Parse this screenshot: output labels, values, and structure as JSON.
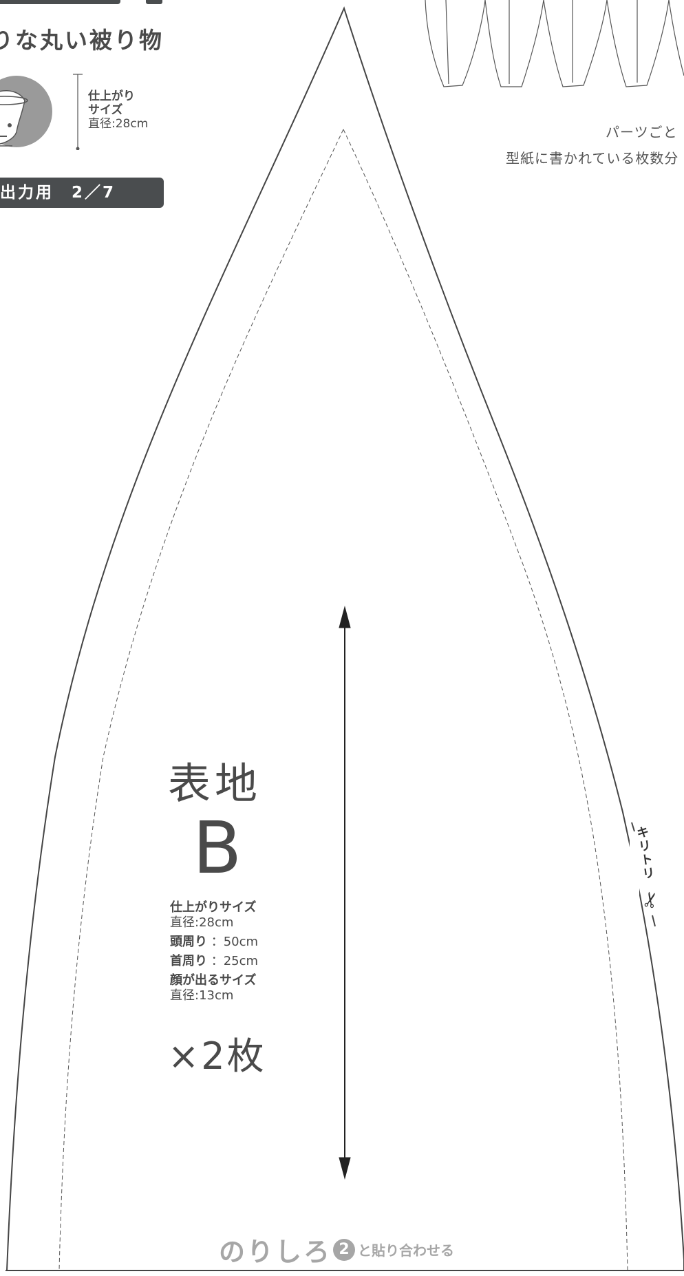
{
  "header": {
    "title": "りな丸い被り物",
    "size_label_bold": "仕上がり",
    "size_label_bold2": "サイズ",
    "size_value": "直径:28cm",
    "output_label": "出力用　2／7"
  },
  "instructions": {
    "line1": "パーツごと",
    "line2": "型紙に書かれている枚数分"
  },
  "piece": {
    "name": "表地",
    "letter": "B",
    "specs": [
      {
        "label": "仕上がりサイズ",
        "value": "直径:28cm"
      },
      {
        "label": "頭周り",
        "value": "：50cm"
      },
      {
        "label": "首周り",
        "value": "：25cm"
      },
      {
        "label": "顔が出るサイズ",
        "value": "直径:13cm"
      }
    ],
    "count": "×2枚"
  },
  "glue": {
    "big": "のりしろ",
    "number": "2",
    "small": "と貼り合わせる"
  },
  "cut_label": "キリトリ",
  "icons": {
    "face": "face-icon",
    "scissors": "scissors-icon",
    "grain_arrow": "double-arrow-icon"
  },
  "colors": {
    "dark": "#4a4d4f",
    "text": "#4a4a4a",
    "glue_gray": "#a6a6a6"
  }
}
